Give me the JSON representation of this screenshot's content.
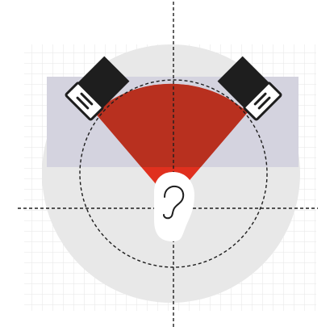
{
  "diagram": {
    "description_icons": [
      "speaker-icon",
      "ear-icon"
    ],
    "colors": {
      "background": "#ffffff",
      "grid": "#e6e6e6",
      "large_circle": "#e8e8e8",
      "band": "#d4d3df",
      "listening_cone": "#e0301e",
      "listening_cone_overlap": "#b8301f",
      "speaker_body": "#1e1e1e",
      "speaker_face": "#ffffff",
      "ear_fill": "#ffffff",
      "ear_stroke": "#1e1e1e",
      "dashed_lines": "#1e1e1e"
    },
    "components": [
      {
        "name": "speaker-left",
        "icon": "speaker-icon"
      },
      {
        "name": "speaker-right",
        "icon": "speaker-icon"
      },
      {
        "name": "listener-ear",
        "icon": "ear-icon"
      }
    ]
  }
}
